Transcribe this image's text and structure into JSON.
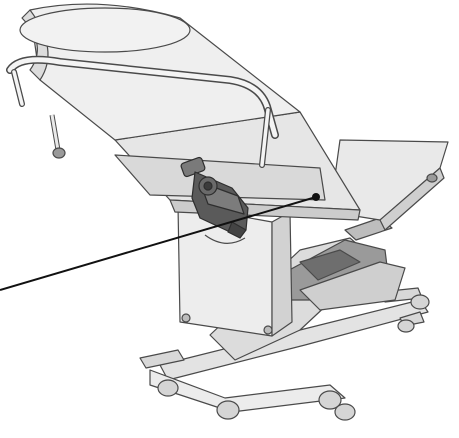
{
  "figure": {
    "subject": "hydraulic-examination-couch",
    "highlighted_part": "actuator-motor",
    "callout": {
      "style": "line",
      "label": ""
    },
    "colors": {
      "background": "#ffffff",
      "outline": "#4a4a4a",
      "light_fill": "#e9e9e9",
      "mid_fill": "#cfcfcf",
      "dark_fill": "#8c8c8c",
      "motor_fill": "#555555",
      "leader_line": "#111111"
    }
  }
}
